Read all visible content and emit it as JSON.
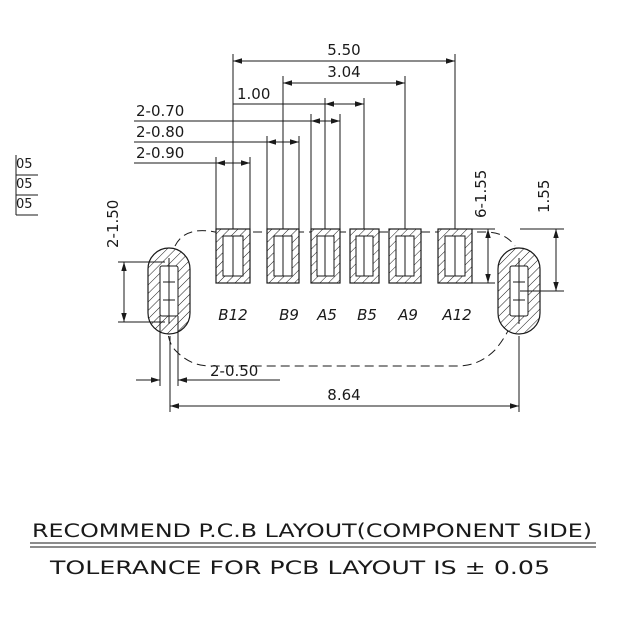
{
  "dimensions": {
    "total_pad_span": "5.50",
    "pad_group_span": "3.04",
    "pad_pitch": "1.00",
    "narrow_pad_width": "2-0.70",
    "mid_pad_width": "2-0.80",
    "wide_pad_width": "2-0.90",
    "pad_length": "6-1.55",
    "slot_pad_height": "1.55",
    "slot_hole_height": "2-1.50",
    "slot_hole_width": "2-0.50",
    "slot_spacing": "8.64"
  },
  "side_marks": [
    "05",
    "05",
    "05"
  ],
  "pins": [
    "B12",
    "B9",
    "A5",
    "B5",
    "A9",
    "A12"
  ],
  "title": "RECOMMEND P.C.B LAYOUT(COMPONENT SIDE)",
  "tolerance_note": "TOLERANCE FOR PCB LAYOUT IS ± 0.05"
}
